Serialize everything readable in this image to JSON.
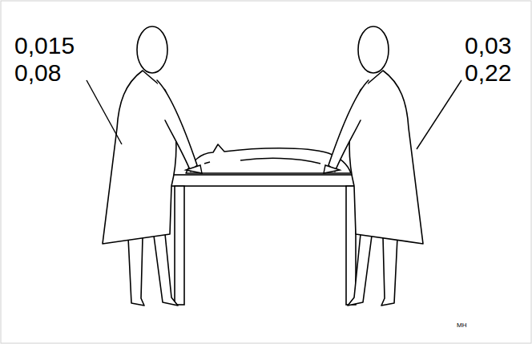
{
  "diagram": {
    "labels": [
      "0,015",
      "0,08",
      "0,03",
      "0,22",
      "MH"
    ]
  }
}
